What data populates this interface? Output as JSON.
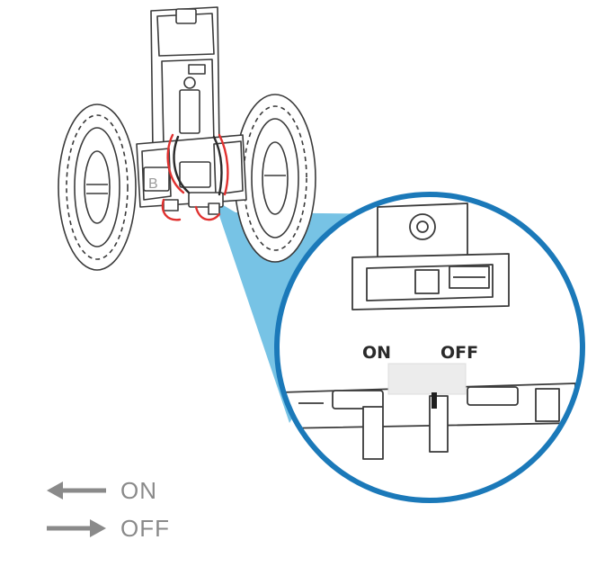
{
  "module_label": "B",
  "switch": {
    "on_label": "ON",
    "off_label": "OFF"
  },
  "legend": [
    {
      "label": "ON",
      "direction": "left",
      "icon": "arrow-left-icon"
    },
    {
      "label": "OFF",
      "direction": "right",
      "icon": "arrow-right-icon"
    }
  ],
  "colors": {
    "outline": "#3a3a3a",
    "zoom_ring": "#1b79b9",
    "zoom_beam": "#5fb8e0",
    "wire_red": "#e0312f",
    "wire_black": "#2b2b2b",
    "legend_gray": "#8a8a8a"
  }
}
